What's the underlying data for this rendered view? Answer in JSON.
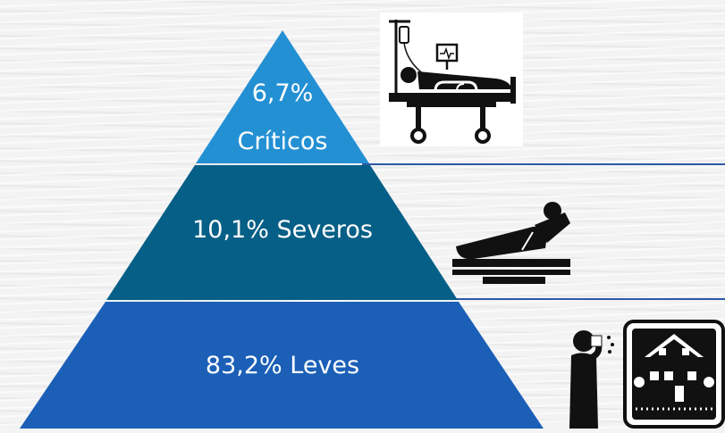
{
  "tiers": [
    {
      "percent": "6,7%",
      "label": "Críticos",
      "color": "#2490d4",
      "icon": "hospital-bed-icon"
    },
    {
      "percent": "10,1%",
      "label": "Severos",
      "color": "#065f86",
      "icon": "reclined-patient-icon"
    },
    {
      "percent": "83,2%",
      "label": "Leves",
      "color": "#1b5fb7",
      "icon": "sick-person-home-icon"
    }
  ],
  "divider_color": "#2c5aa6"
}
